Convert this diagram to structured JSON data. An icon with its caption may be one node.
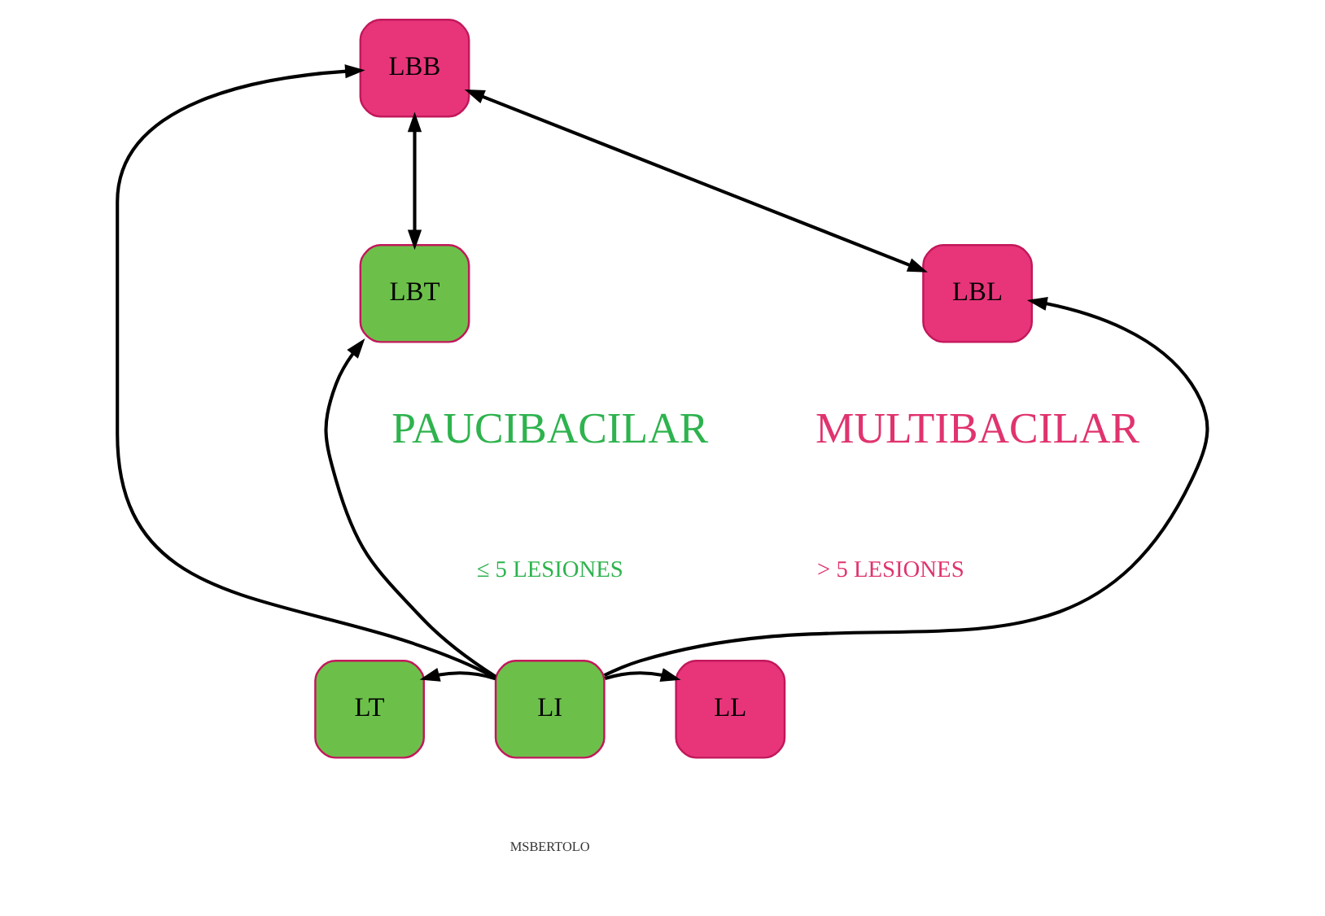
{
  "diagram": {
    "nodes": [
      {
        "text": [
          "LBB"
        ]
      },
      {
        "text": [
          "LBT"
        ]
      },
      {
        "text": [
          "LBL"
        ]
      },
      {
        "text": [
          "LT"
        ]
      },
      {
        "text": [
          "LI"
        ]
      },
      {
        "text": [
          "LL"
        ]
      }
    ],
    "edges": [
      {
        "from": 1,
        "to": 0,
        "arrow": "both"
      },
      {
        "from": 2,
        "to": 0,
        "arrow": "both"
      },
      {
        "from": 4,
        "to": 1,
        "arrow": "to"
      },
      {
        "from": 4,
        "to": 0,
        "arrow": "to"
      },
      {
        "from": 4,
        "to": 2,
        "arrow": "to"
      },
      {
        "from": 4,
        "to": 3,
        "arrow": "to"
      },
      {
        "from": 4,
        "to": 5,
        "arrow": "to"
      }
    ],
    "labels": [
      "PAUCIBACILAR",
      "MULTIBACILAR",
      "≤ 5 LESIONES",
      "> 5 LESIONES",
      "MSBERTOLO"
    ]
  }
}
